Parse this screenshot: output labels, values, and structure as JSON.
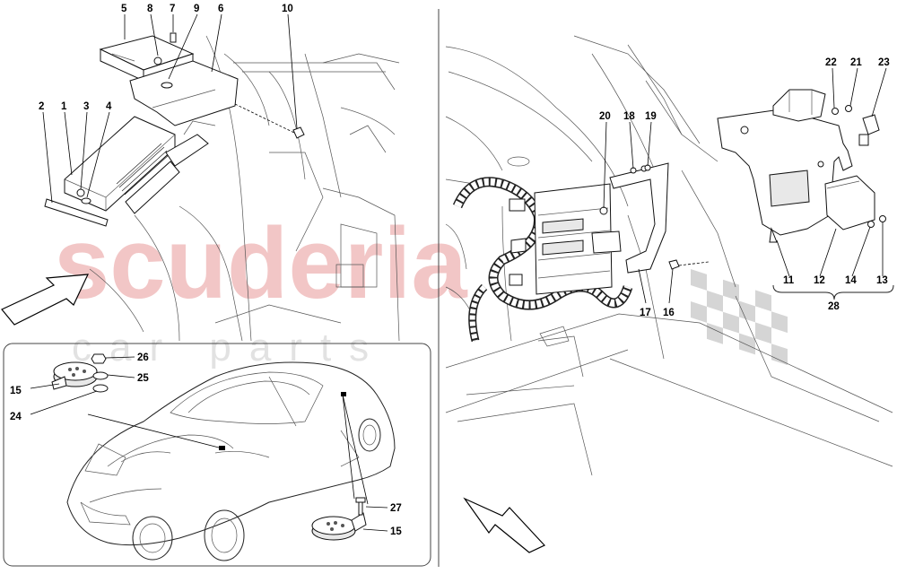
{
  "watermark": {
    "main": "scuderia",
    "sub": "car parts"
  },
  "callouts": {
    "c1": "1",
    "c2": "2",
    "c3": "3",
    "c4": "4",
    "c5": "5",
    "c6": "6",
    "c7": "7",
    "c8": "8",
    "c9": "9",
    "c10": "10",
    "c11": "11",
    "c12": "12",
    "c13": "13",
    "c14": "14",
    "c15a": "15",
    "c15b": "15",
    "c16": "16",
    "c17": "17",
    "c18": "18",
    "c19": "19",
    "c20": "20",
    "c21": "21",
    "c22": "22",
    "c23": "23",
    "c24": "24",
    "c25": "25",
    "c26": "26",
    "c27": "27",
    "c28": "28"
  }
}
